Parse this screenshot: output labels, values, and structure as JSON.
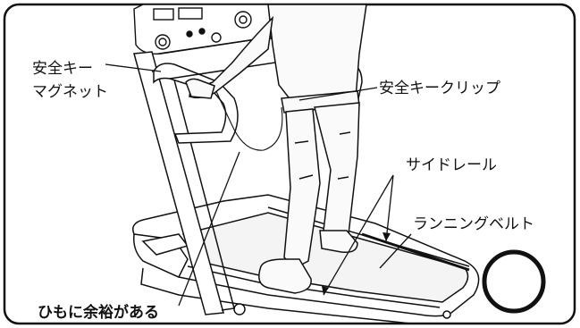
{
  "labels": {
    "safety_key_magnet_line1": "安全キー",
    "safety_key_magnet_line2": "マグネット",
    "safety_key_clip": "安全キークリップ",
    "side_rail": "サイドレール",
    "running_belt": "ランニングベルト",
    "cord_slack": "ひもに余裕がある"
  },
  "symbol": "○"
}
